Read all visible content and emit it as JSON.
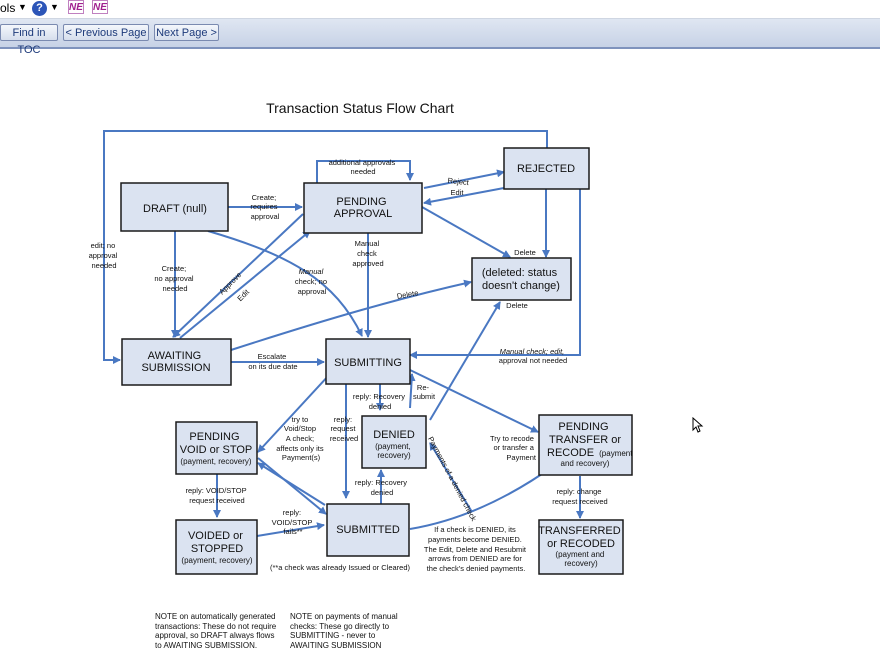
{
  "toolbar": {
    "tools_label": "ols",
    "help_symbol": "?",
    "ne_icon_1": "NE",
    "ne_icon_2": "NE"
  },
  "nav": {
    "find_in_toc": "Find in TOC",
    "previous_page": "< Previous Page",
    "next_page": "Next Page >"
  },
  "diagram": {
    "title": "Transaction Status Flow Chart",
    "nodes": {
      "draft": [
        "DRAFT (null)"
      ],
      "pending_approval": [
        "PENDING",
        "APPROVAL"
      ],
      "rejected": [
        "REJECTED"
      ],
      "deleted": [
        "(deleted: status",
        "doesn't change)"
      ],
      "awaiting_submission": [
        "AWAITING",
        "SUBMISSION"
      ],
      "submitting": [
        "SUBMITTING"
      ],
      "denied": [
        "DENIED"
      ],
      "denied_sub": [
        "(payment,",
        "recovery)"
      ],
      "pending_void": [
        "PENDING",
        "VOID or STOP"
      ],
      "pending_void_sub": [
        "(payment, recovery)"
      ],
      "pending_transfer": [
        "PENDING",
        "TRANSFER or"
      ],
      "pending_transfer_last": "RECODE",
      "pending_transfer_inline": "(payment",
      "pending_transfer_sub": [
        "and recovery)"
      ],
      "voided": [
        "VOIDED or",
        "STOPPED"
      ],
      "voided_sub": [
        "(payment, recovery)"
      ],
      "submitted": [
        "SUBMITTED"
      ],
      "transferred": [
        "TRANSFERRED",
        "or RECODED"
      ],
      "transferred_sub": [
        "(payment and",
        "recovery)"
      ]
    },
    "labels": {
      "additional_approvals": [
        "additional approvals",
        "needed"
      ],
      "create_requires": [
        "Create;",
        "requires",
        "approval"
      ],
      "reject": "Reject",
      "edit_rejected": "Edit",
      "delete_top": "Delete",
      "edit_no_approval": [
        "edit; no",
        "approval",
        "needed"
      ],
      "create_no_approval": [
        "Create;",
        "no approval",
        "needed"
      ],
      "approve": "Approve",
      "edit_mid": "Edit",
      "manual_check_approved": [
        "Manual",
        "check",
        "approved"
      ],
      "manual_check_no_approval": [
        "Manual",
        "check; no",
        "approval"
      ],
      "delete_mid": "Delete",
      "delete_bottom": "Delete",
      "escalate": [
        "Escalate",
        "on its due date"
      ],
      "manual_check_edit": [
        "Manual check; edit,",
        "approval not needed"
      ],
      "reply_recovery_denied_1": [
        "reply: Recovery",
        "denied"
      ],
      "resubmit": [
        "Re-",
        "submit"
      ],
      "try_void": [
        "try to",
        "Void/Stop",
        "A check;",
        "affects only its",
        "Payment(s)"
      ],
      "reply_request_received": [
        "reply:",
        "request",
        "received"
      ],
      "try_recode": [
        "Try to recode",
        "or transfer a",
        "Payment"
      ],
      "payments_of_denied": "Payments of a denied check",
      "reply_void_received": [
        "reply:  VOID/STOP",
        "request received"
      ],
      "reply_recovery_denied_2": [
        "reply: Recovery",
        "denied"
      ],
      "reply_change_received": [
        "reply: change",
        "request received"
      ],
      "reply_void_fails": [
        "reply:",
        "VOID/STOP",
        "fails**"
      ],
      "denied_note": [
        "If a check is DENIED, its",
        "payments become DENIED.",
        "The Edit, Delete and Resubmit",
        "arrows from DENIED are for",
        "the check's denied payments."
      ],
      "already_issued": "(**a check was already Issued or Cleared)"
    },
    "notes": {
      "auto": [
        "NOTE on automatically generated",
        "transactions: These do not require",
        "approval, so DRAFT always flows",
        "to AWAITING SUBMISSION."
      ],
      "manual": [
        "NOTE on payments of manual",
        "checks:  These go directly to",
        "SUBMITTING - never to",
        "AWAITING SUBMISSION"
      ]
    }
  },
  "colors": {
    "node_fill": "#dbe3f1",
    "node_border": "#1a1a1a",
    "arrow": "#4a78c2",
    "nav_bg": "#cfd9ea"
  },
  "icons": [
    "help-icon",
    "ne-icon",
    "mouse-cursor-icon"
  ]
}
